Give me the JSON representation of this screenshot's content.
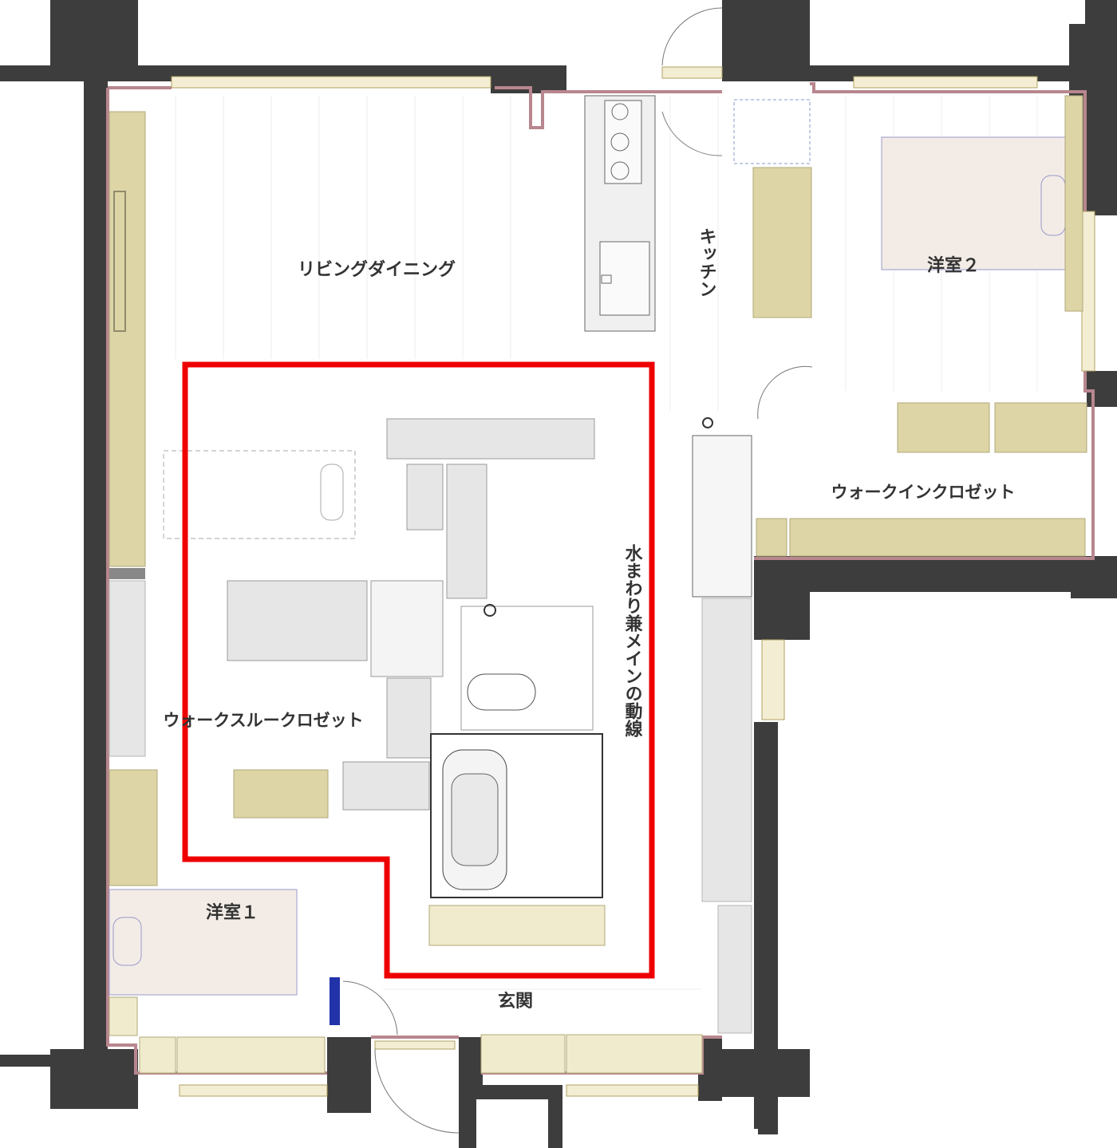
{
  "colors": {
    "structure": "#3d3d3d",
    "wall_trim": "#b8868e",
    "storage": "#ddd5a6",
    "bed": "#f3ece6",
    "fixture": "#e6e6e6",
    "highlight": "#ee0000",
    "window": "#e8e0b0"
  },
  "rooms": {
    "living": "リビングダイニング",
    "kitchen": "キッチン",
    "western2": "洋室２",
    "walkin": "ウォークインクロゼット",
    "walkthrough": "ウォークスルークロゼット",
    "western1": "洋室１",
    "entrance": "玄関"
  },
  "highlight_label": "水まわり兼メインの動線"
}
